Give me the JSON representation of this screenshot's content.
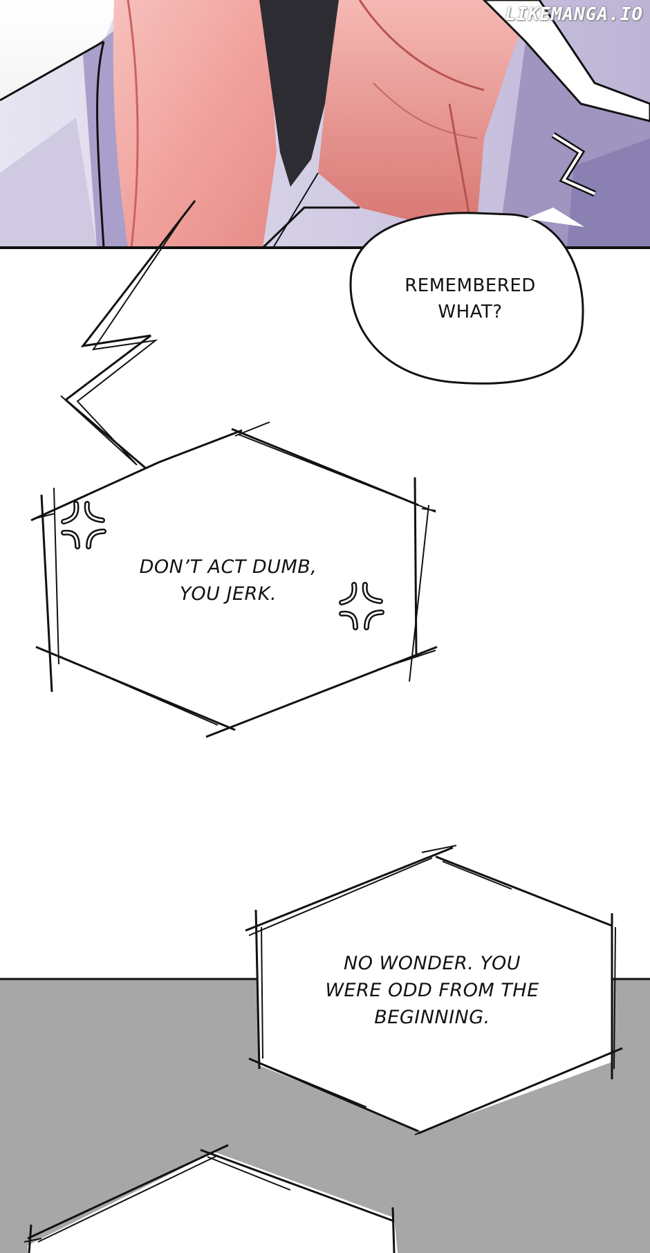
{
  "watermark": "LIKEMANGA.IO",
  "bubbles": {
    "remembered": "REMEMBERED WHAT?",
    "dumb_line1": "DON’T ACT DUMB,",
    "dumb_line2": "YOU JERK.",
    "wonder_line1": "NO WONDER. YOU",
    "wonder_line2": "WERE ODD FROM THE",
    "wonder_line3": "BEGINNING."
  },
  "icons": [
    "anger-mark-icon",
    "anger-mark-icon"
  ],
  "colors": {
    "skin": "#f2a9a4",
    "skin_shadow": "#d97d7a",
    "shirt": "#d9d4ea",
    "shirt_shadow": "#a79cc6",
    "collar_dark": "#2e2c33",
    "gray_panel": "#a7a7a7",
    "ink": "#111111"
  }
}
